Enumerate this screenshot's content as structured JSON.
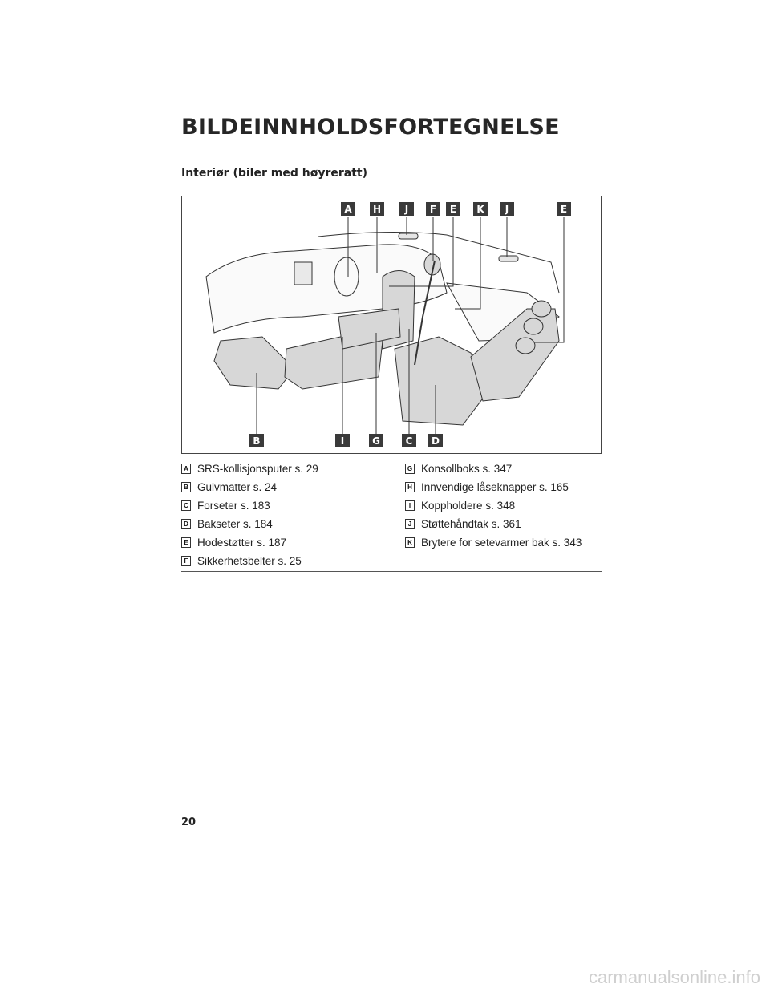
{
  "header": {
    "title": "BILDEINNHOLDSFORTEGNELSE"
  },
  "section": {
    "heading": "Interiør (biler med høyreratt)"
  },
  "figure": {
    "top_callouts": [
      "A",
      "H",
      "J",
      "F",
      "E",
      "K",
      "J",
      "E"
    ],
    "bottom_callouts": [
      "B",
      "I",
      "G",
      "C",
      "D"
    ]
  },
  "legend": {
    "left": [
      {
        "key": "A",
        "text": "SRS-kollisjonsputer s. 29"
      },
      {
        "key": "B",
        "text": "Gulvmatter s. 24"
      },
      {
        "key": "C",
        "text": "Forseter s. 183"
      },
      {
        "key": "D",
        "text": "Bakseter s. 184"
      },
      {
        "key": "E",
        "text": "Hodestøtter s. 187"
      },
      {
        "key": "F",
        "text": "Sikkerhetsbelter s. 25"
      }
    ],
    "right": [
      {
        "key": "G",
        "text": "Konsollboks s. 347"
      },
      {
        "key": "H",
        "text": "Innvendige låseknapper s. 165"
      },
      {
        "key": "I",
        "text": "Koppholdere s. 348"
      },
      {
        "key": "J",
        "text": "Støttehåndtak s. 361"
      },
      {
        "key": "K",
        "text": "Brytere for setevarmer bak s. 343"
      }
    ]
  },
  "footer": {
    "page_number": "20",
    "watermark": "carmanualsonline.info"
  },
  "colors": {
    "callout_box": "#3a3a3a",
    "seat_fill": "#d7d7d7",
    "line": "#333333"
  }
}
